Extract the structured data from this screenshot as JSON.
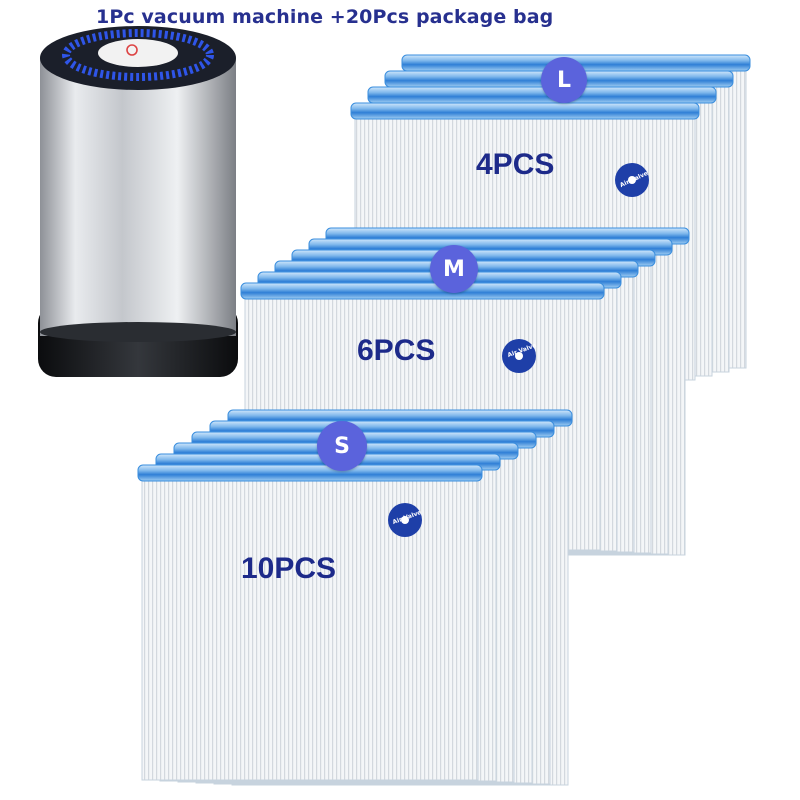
{
  "headline": "1Pc vacuum machine +20Pcs package bag",
  "pump": {
    "body_color": "#c9ccd1",
    "base_color": "#16181c",
    "cap_color": "#1b1f2a",
    "led_color": "#2f55e8"
  },
  "bag_groups": [
    {
      "size": "L",
      "quantity_label": "4PCS",
      "valve_text": "Air Valve"
    },
    {
      "size": "M",
      "quantity_label": "6PCS",
      "valve_text": "Air Valve"
    },
    {
      "size": "S",
      "quantity_label": "10PCS",
      "valve_text": "Air Valve"
    }
  ],
  "colors": {
    "zipper_blue": "#3a8ede",
    "zipper_light": "#9fcdf2",
    "badge": "#5b63dc",
    "valve": "#1e3fa8",
    "text_navy": "#1d2a8a",
    "title_navy": "#27308f"
  }
}
